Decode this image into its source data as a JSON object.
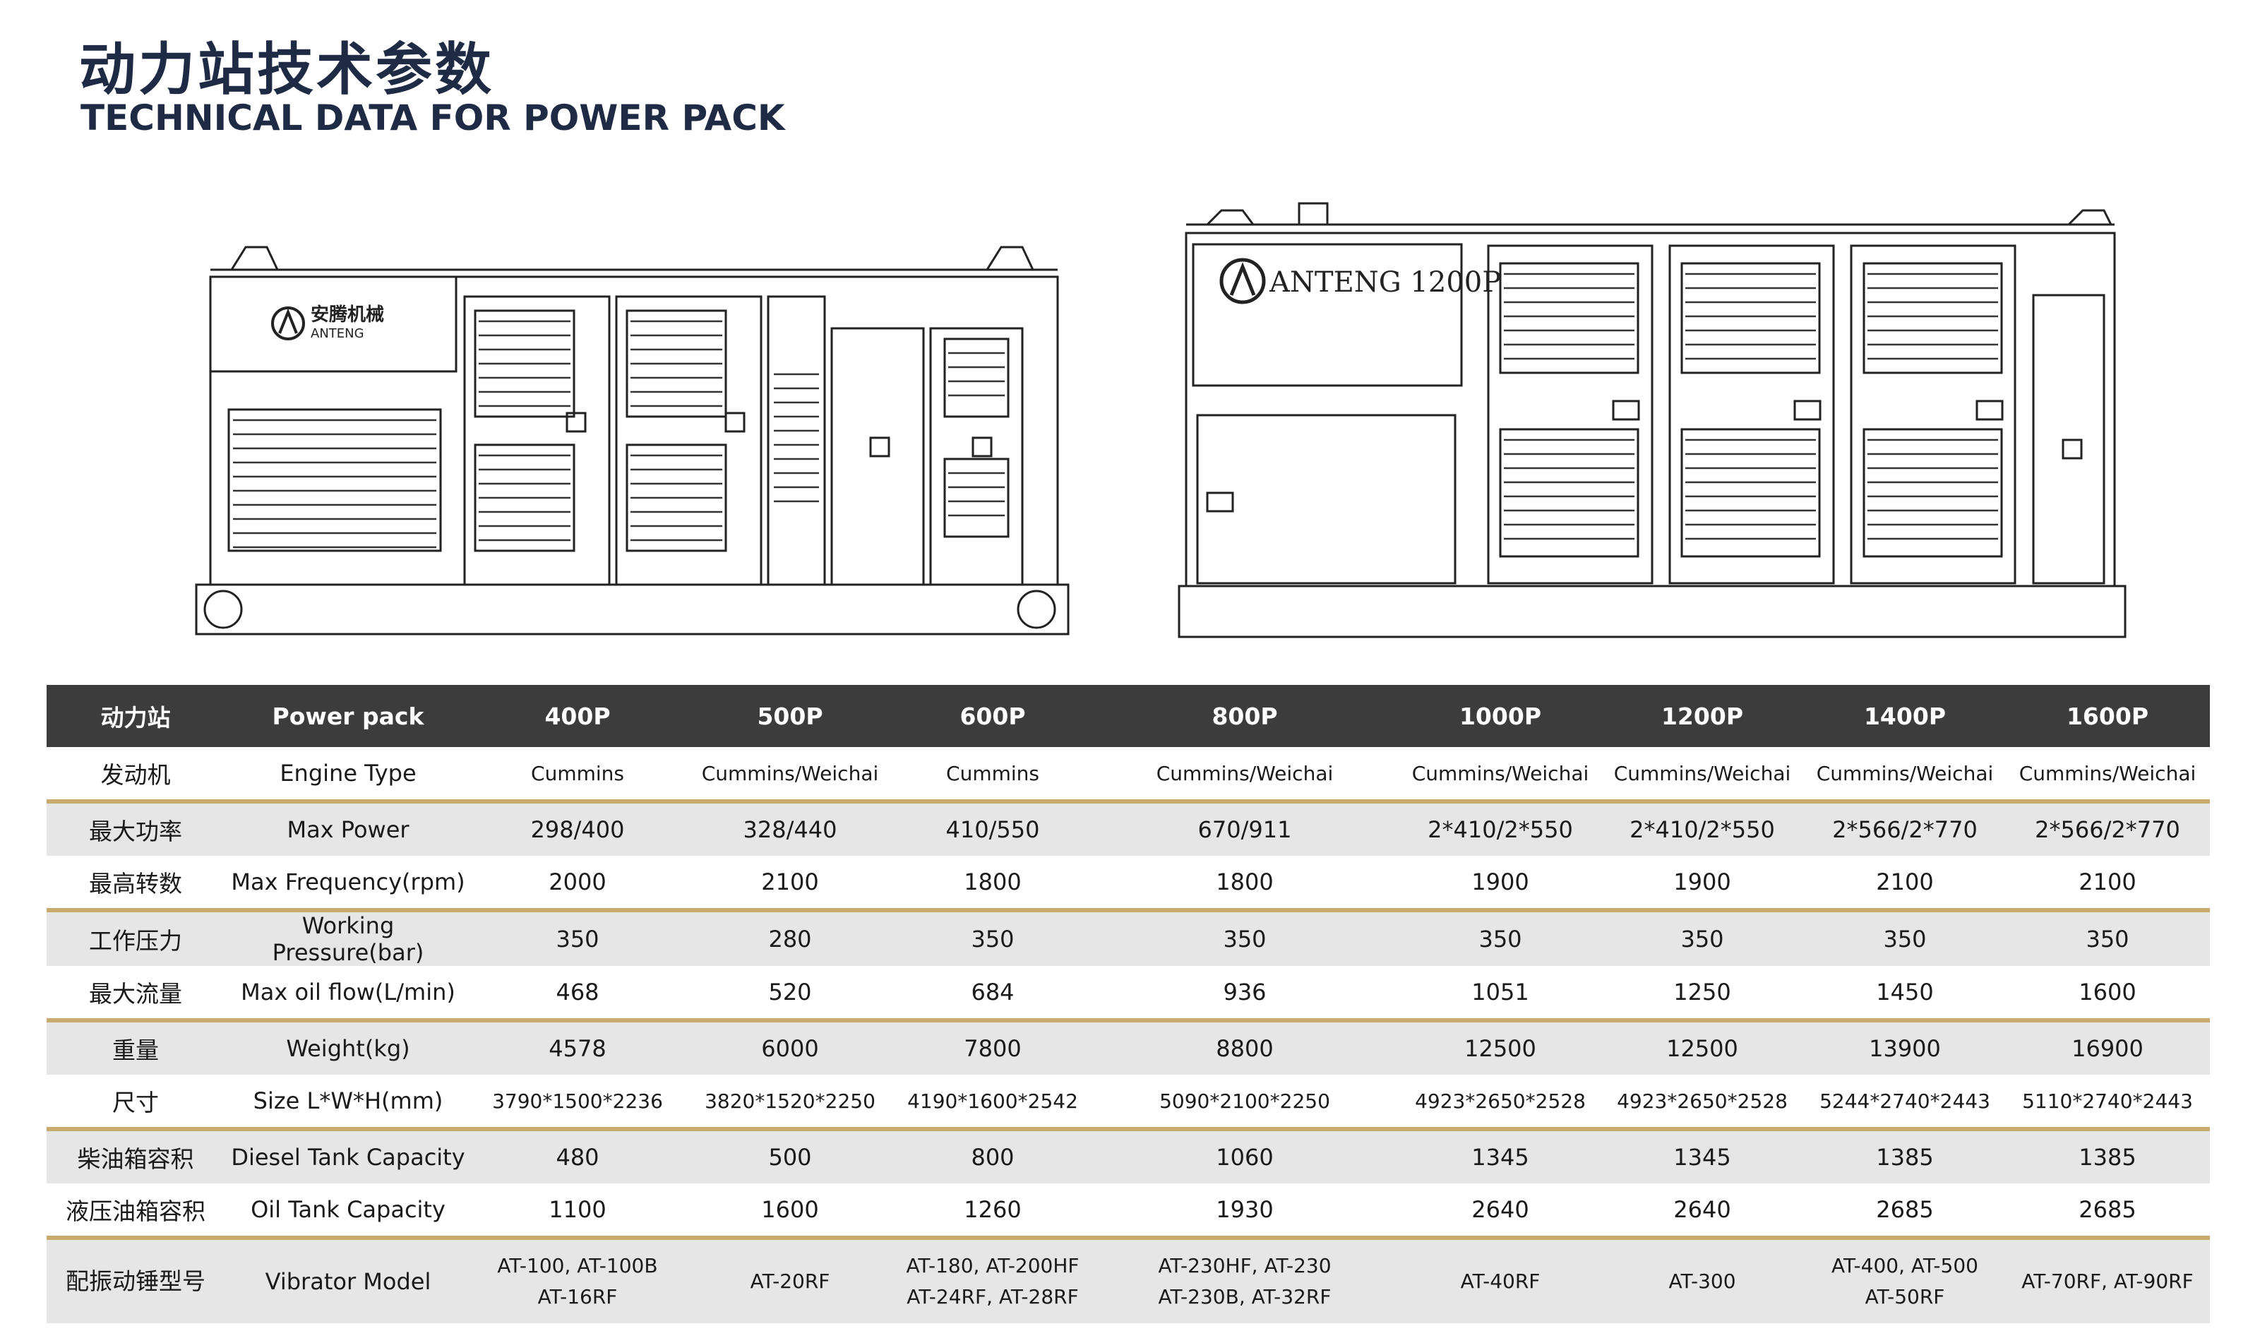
{
  "header": {
    "title_cn": "动力站技术参数",
    "title_en": "TECHNICAL DATA FOR POWER PACK"
  },
  "drawings": {
    "left_logo_cn": "安腾机械",
    "left_logo_en": "ANTENG",
    "right_logo": "ANTENG 1200P"
  },
  "table": {
    "header_cn": "动力站",
    "header_en": "Power pack",
    "models": [
      "400P",
      "500P",
      "600P",
      "800P",
      "1000P",
      "1200P",
      "1400P",
      "1600P"
    ],
    "rows": [
      {
        "cn": "发动机",
        "en": "Engine Type",
        "values": [
          "Cummins",
          "Cummins/Weichai",
          "Cummins",
          "Cummins/Weichai",
          "Cummins/Weichai",
          "Cummins/Weichai",
          "Cummins/Weichai",
          "Cummins/Weichai"
        ]
      },
      {
        "cn": "最大功率",
        "en": "Max Power",
        "values": [
          "298/400",
          "328/440",
          "410/550",
          "670/911",
          "2*410/2*550",
          "2*410/2*550",
          "2*566/2*770",
          "2*566/2*770"
        ]
      },
      {
        "cn": "最高转数",
        "en": "Max Frequency(rpm)",
        "values": [
          "2000",
          "2100",
          "1800",
          "1800",
          "1900",
          "1900",
          "2100",
          "2100"
        ]
      },
      {
        "cn": "工作压力",
        "en": "Working Pressure(bar)",
        "values": [
          "350",
          "280",
          "350",
          "350",
          "350",
          "350",
          "350",
          "350"
        ]
      },
      {
        "cn": "最大流量",
        "en": "Max oil flow(L/min)",
        "values": [
          "468",
          "520",
          "684",
          "936",
          "1051",
          "1250",
          "1450",
          "1600"
        ]
      },
      {
        "cn": "重量",
        "en": "Weight(kg)",
        "values": [
          "4578",
          "6000",
          "7800",
          "8800",
          "12500",
          "12500",
          "13900",
          "16900"
        ]
      },
      {
        "cn": "尺寸",
        "en": "Size L*W*H(mm)",
        "values": [
          "3790*1500*2236",
          "3820*1520*2250",
          "4190*1600*2542",
          "5090*2100*2250",
          "4923*2650*2528",
          "4923*2650*2528",
          "5244*2740*2443",
          "5110*2740*2443"
        ]
      },
      {
        "cn": "柴油箱容积",
        "en": "Diesel Tank Capacity",
        "values": [
          "480",
          "500",
          "800",
          "1060",
          "1345",
          "1345",
          "1385",
          "1385"
        ]
      },
      {
        "cn": "液压油箱容积",
        "en": "Oil Tank Capacity",
        "values": [
          "1100",
          "1600",
          "1260",
          "1930",
          "2640",
          "2640",
          "2685",
          "2685"
        ]
      },
      {
        "cn": "配振动锤型号",
        "en": "Vibrator Model",
        "values": [
          [
            "AT-100, AT-100B",
            "AT-16RF"
          ],
          [
            "AT-20RF"
          ],
          [
            "AT-180, AT-200HF",
            "AT-24RF, AT-28RF"
          ],
          [
            "AT-230HF, AT-230",
            "AT-230B, AT-32RF"
          ],
          [
            "AT-40RF"
          ],
          [
            "AT-300"
          ],
          [
            "AT-400, AT-500",
            "AT-50RF"
          ],
          [
            "AT-70RF, AT-90RF"
          ]
        ]
      }
    ]
  },
  "colors": {
    "header_bg": "#3c3c3c",
    "row_shade": "#e6e6e6",
    "gold_rule": "#c8aa6e",
    "title": "#1f2a44"
  }
}
